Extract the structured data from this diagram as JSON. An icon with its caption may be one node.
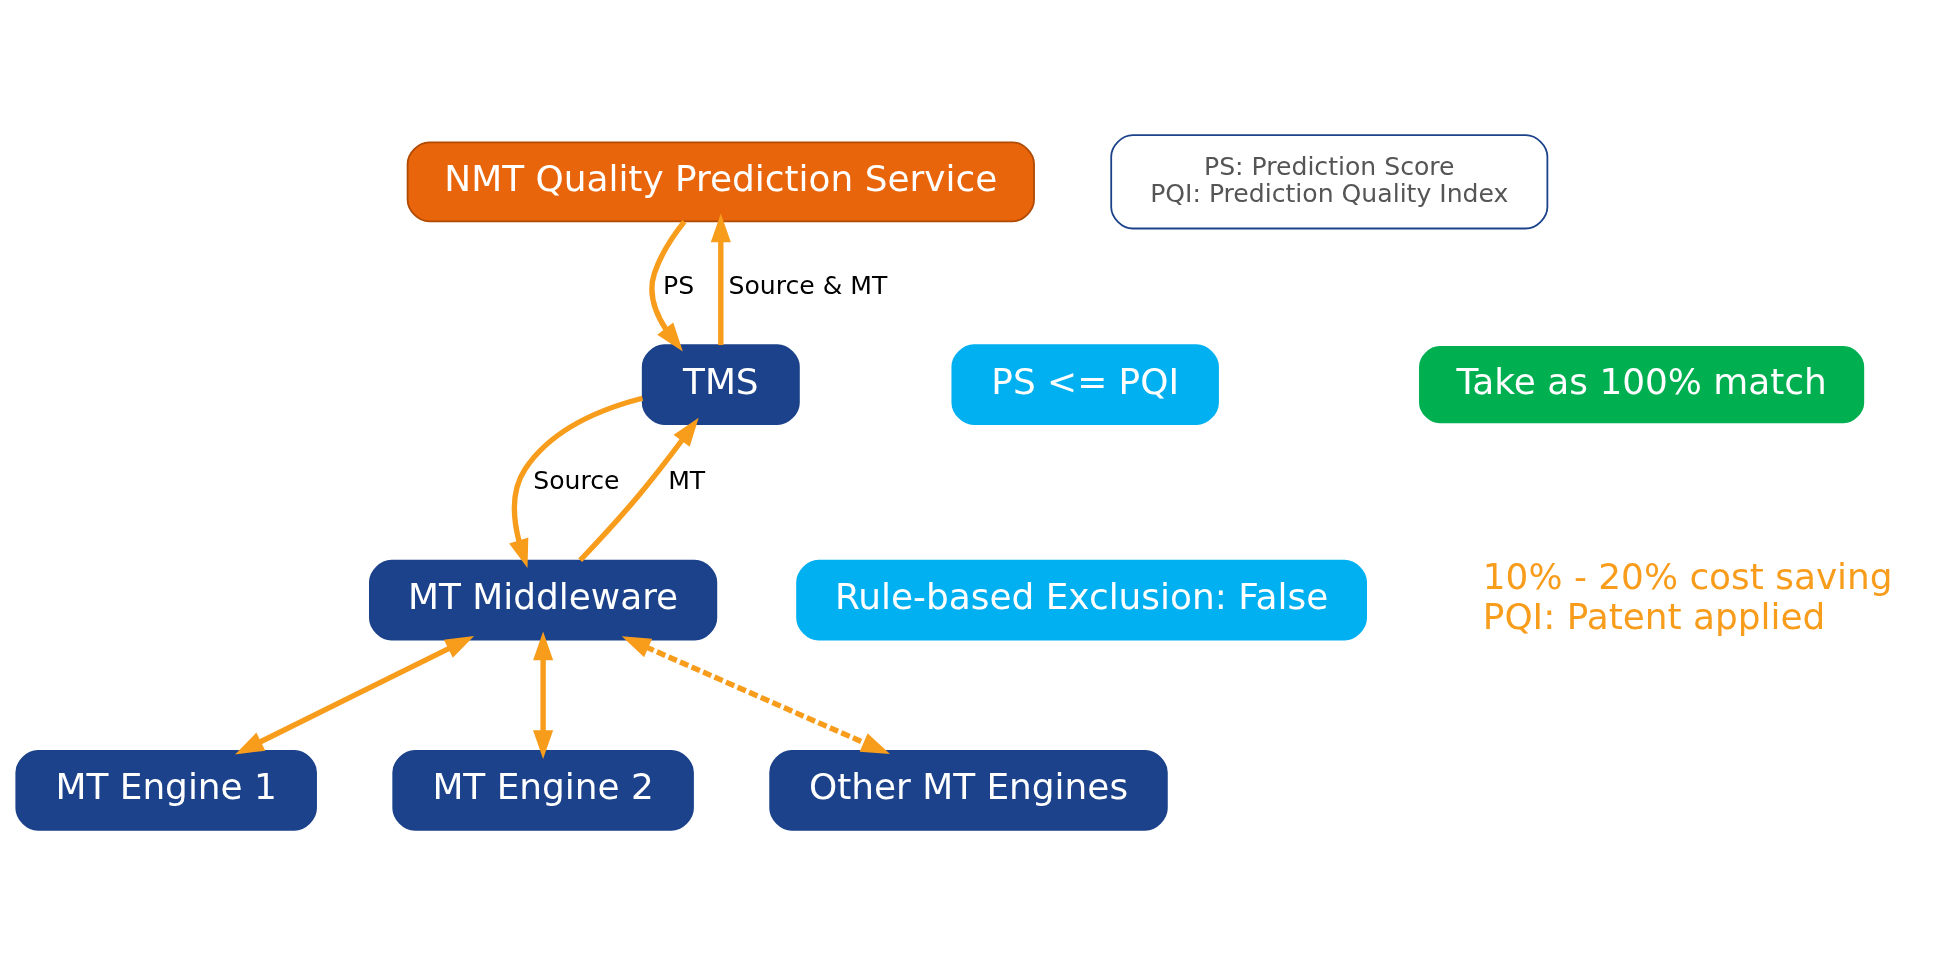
{
  "diagram": {
    "nodes": [
      {
        "text": [
          "NMT Quality Prediction Service"
        ]
      },
      {
        "text": [
          "TMS"
        ]
      },
      {
        "text": [
          "MT Middleware"
        ]
      },
      {
        "text": [
          "MT Engine 1"
        ]
      },
      {
        "text": [
          "MT Engine 2"
        ]
      },
      {
        "text": [
          "Other MT Engines"
        ]
      },
      {
        "text": [
          "PS: Prediction Score",
          "PQI: Prediction Quality Index"
        ]
      },
      {
        "text": [
          "PS <= PQI"
        ]
      },
      {
        "text": [
          "Rule-based Exclusion: False"
        ]
      },
      {
        "text": [
          "Take as 100% match"
        ]
      }
    ],
    "edges": [
      {
        "from": 1,
        "to": 0,
        "arrow": "to",
        "label": "Source & MT"
      },
      {
        "from": 0,
        "to": 1,
        "arrow": "to",
        "label": "PS"
      },
      {
        "from": 1,
        "to": 2,
        "arrow": "to",
        "label": "Source"
      },
      {
        "from": 2,
        "to": 1,
        "arrow": "to",
        "label": "MT"
      },
      {
        "from": 2,
        "to": 3,
        "arrow": "both"
      },
      {
        "from": 2,
        "to": 4,
        "arrow": "both"
      },
      {
        "from": 2,
        "to": 5,
        "arrow": "both",
        "style": "dashed"
      }
    ],
    "labels": [
      "10% - 20% cost saving",
      "PQI: Patent applied"
    ]
  }
}
